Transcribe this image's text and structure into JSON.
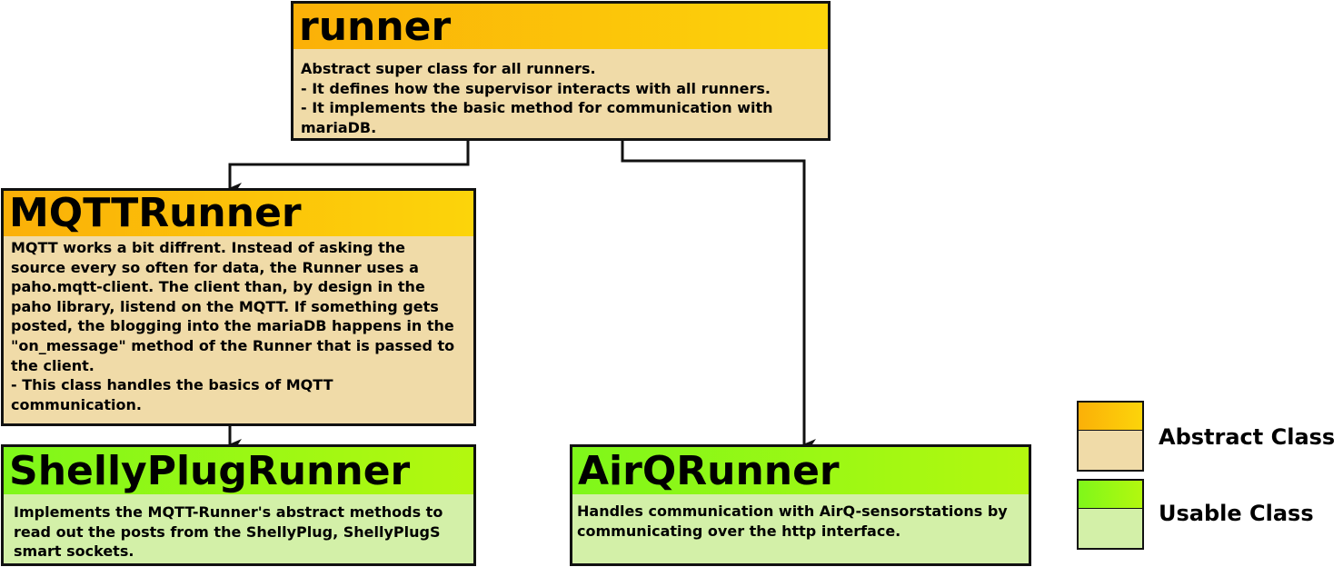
{
  "nodes": {
    "runner": {
      "title": "runner",
      "description": "Abstract super class for all runners.\n- It defines how the supervisor interacts with all runners.\n- It implements the basic method for communication with\nmariaDB."
    },
    "mqtt_runner": {
      "title": "MQTTRunner",
      "description": "MQTT works a bit diffrent. Instead of asking the\nsource every so often for data, the Runner uses a\npaho.mqtt-client. The client than, by design in the\npaho library, listend on the MQTT. If something gets\nposted, the blogging into the mariaDB happens in the\n\"on_message\" method of the Runner that is passed to\nthe client.\n- This class handles the basics of MQTT\ncommunication."
    },
    "shelly_plug_runner": {
      "title": "ShellyPlugRunner",
      "description": "Implements the MQTT-Runner's abstract methods to\nread out the posts from the ShellyPlug, ShellyPlugS\nsmart sockets."
    },
    "airq_runner": {
      "title": "AirQRunner",
      "description": "Handles communication with AirQ-sensorstations by\ncommunicating over the http interface."
    }
  },
  "legend": {
    "abstract_label": "Abstract Class",
    "usable_label": "Usable Class"
  },
  "colors": {
    "abstract_header_start": "#fbb008",
    "abstract_header_end": "#fcd40a",
    "abstract_body": "#f0dba8",
    "usable_header_start": "#7ff71a",
    "usable_header_end": "#b3f80f",
    "usable_body": "#d3f0a8",
    "line": "#111111"
  }
}
